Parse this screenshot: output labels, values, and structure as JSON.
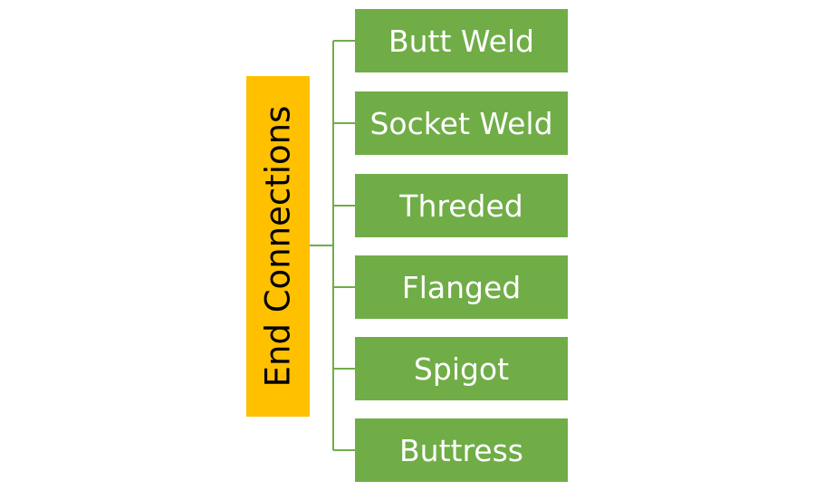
{
  "root": {
    "label": "End Connections",
    "color": "#FFC000"
  },
  "children": [
    {
      "label": "Butt Weld"
    },
    {
      "label": "Socket Weld"
    },
    {
      "label": "Threded"
    },
    {
      "label": "Flanged"
    },
    {
      "label": "Spigot"
    },
    {
      "label": "Buttress"
    }
  ],
  "colors": {
    "node": "#70AD47",
    "connector": "#70AD47",
    "root_text": "#000000",
    "node_text": "#FFFFFF"
  }
}
